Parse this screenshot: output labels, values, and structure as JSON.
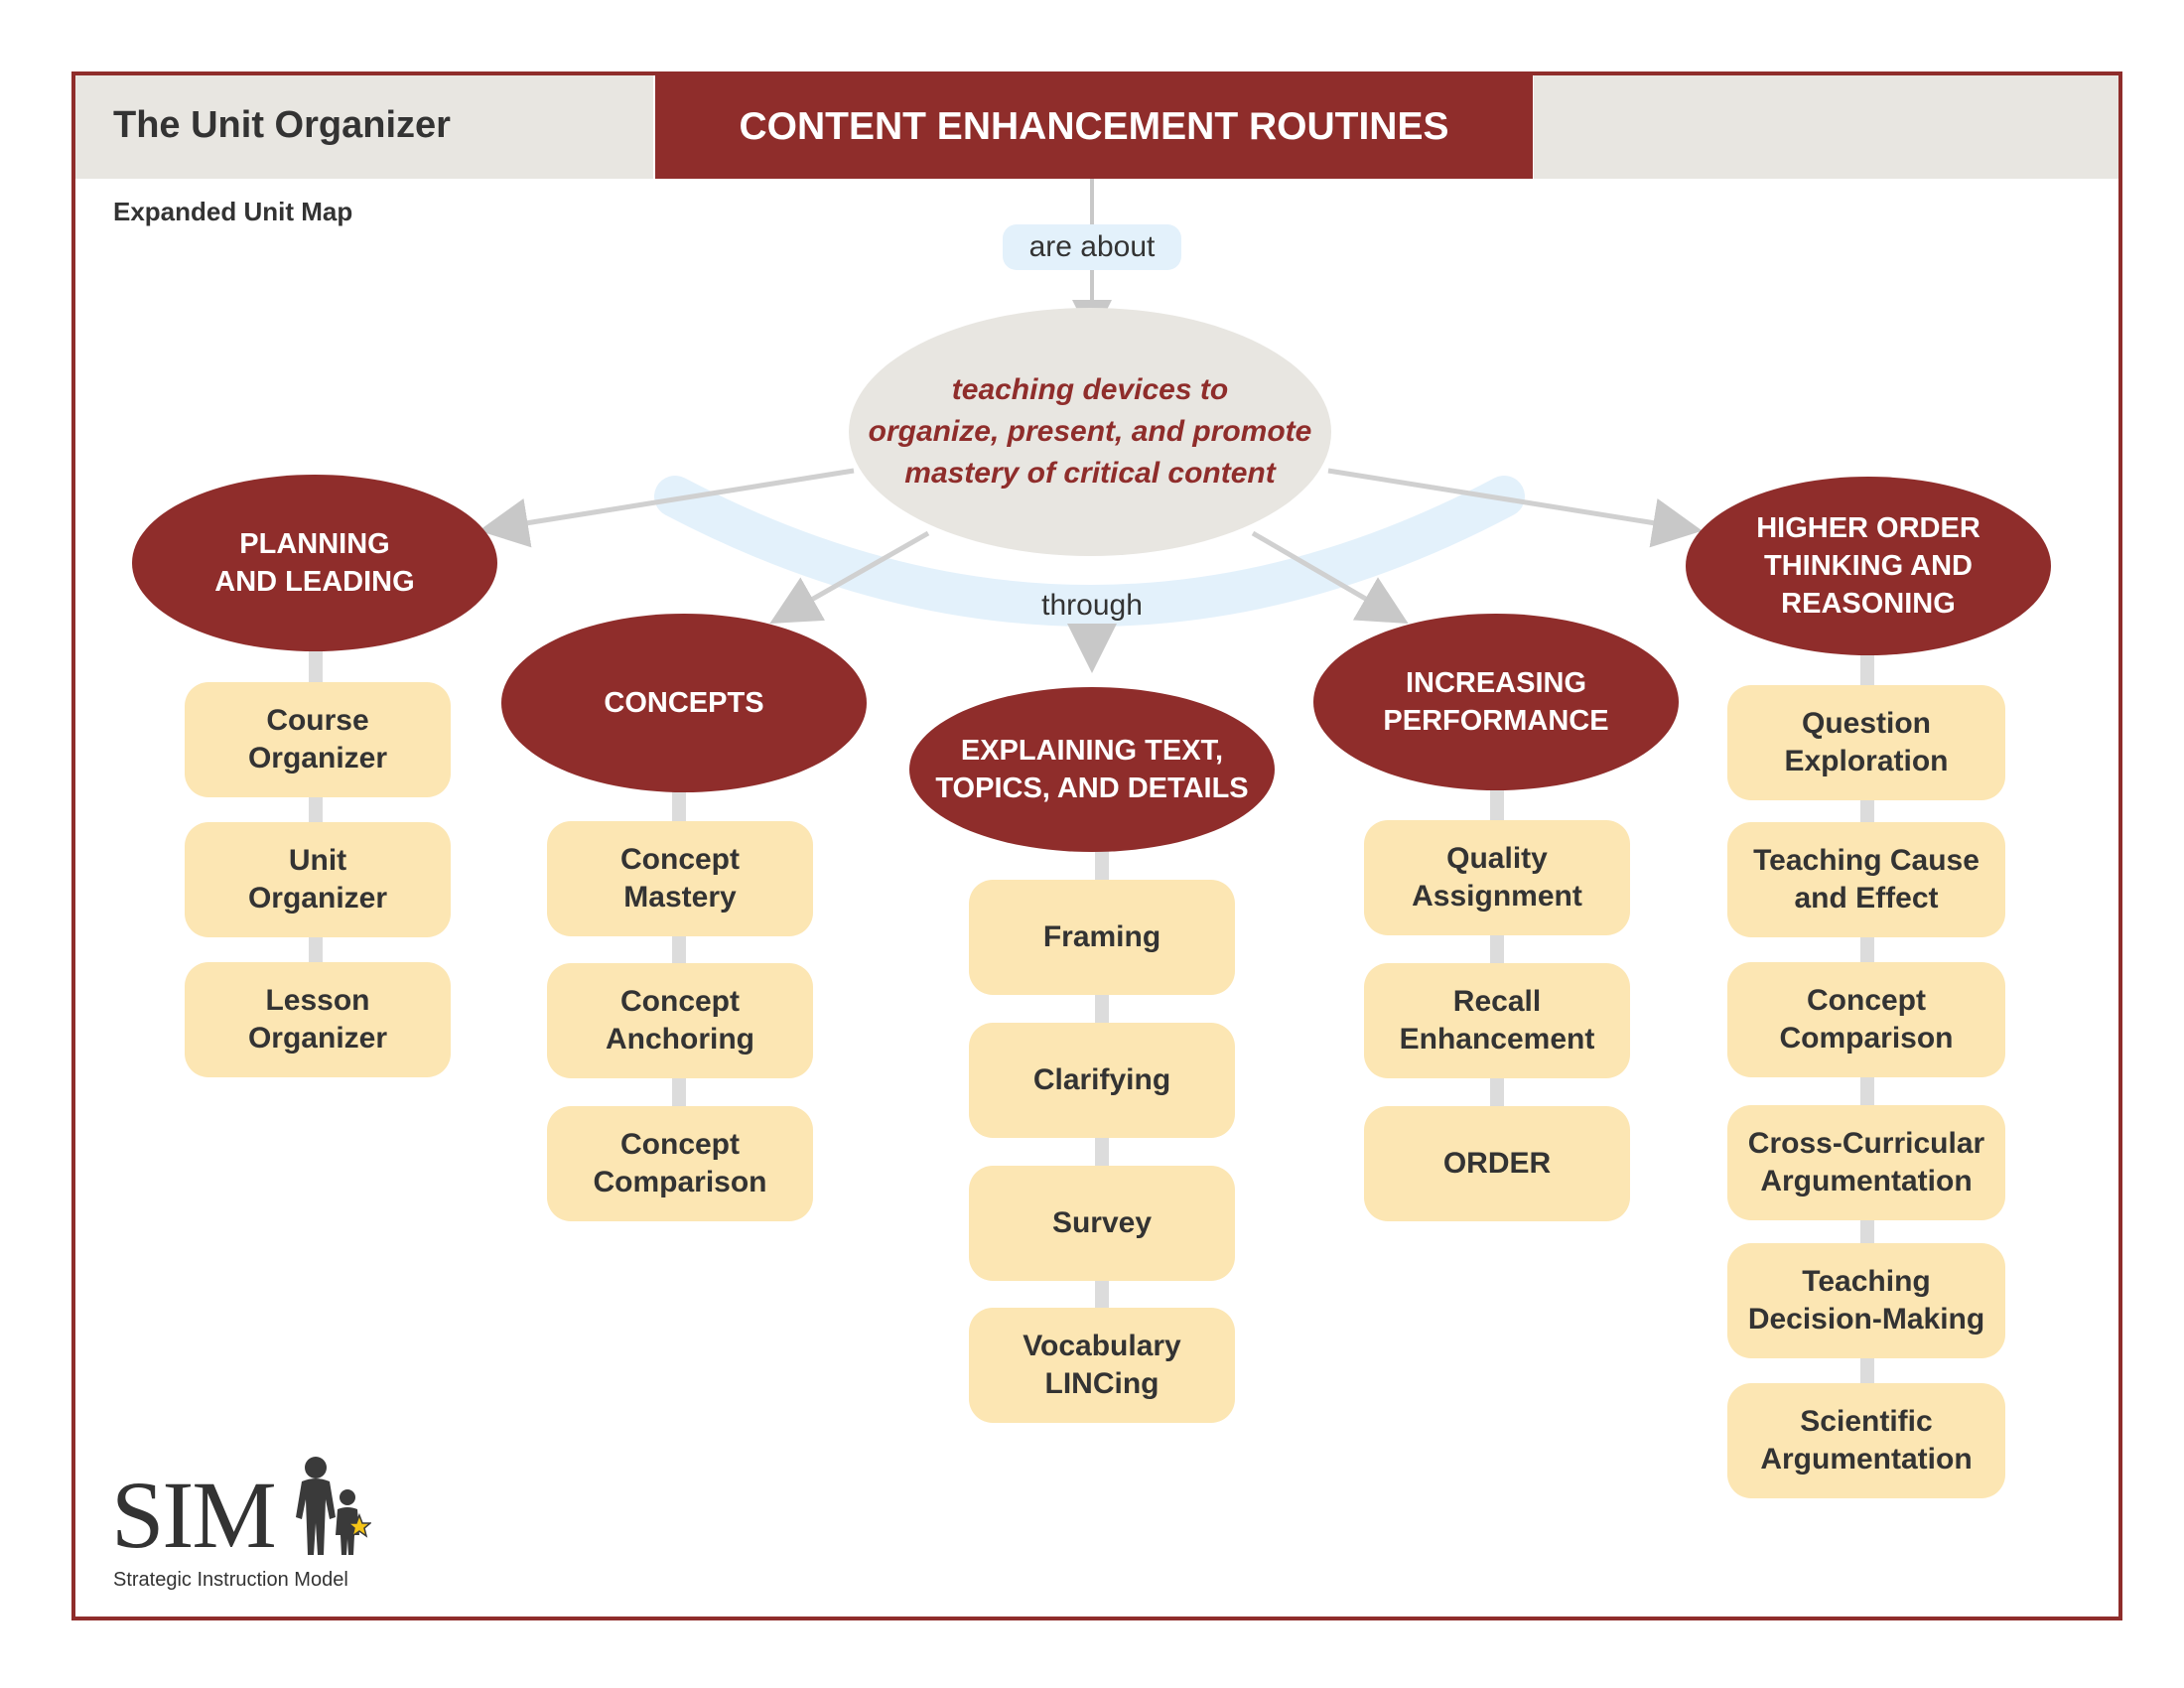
{
  "header": {
    "unit_title": "The Unit Organizer",
    "main_title": "CONTENT ENHANCEMENT ROUTINES",
    "subtitle": "Expanded Unit Map"
  },
  "connectors": {
    "are_about": "are about",
    "through": "through"
  },
  "center": {
    "lines": [
      "teaching devices to",
      "organize, present, and promote",
      "mastery of critical content"
    ]
  },
  "categories": [
    {
      "title_lines": [
        "PLANNING",
        "AND LEADING"
      ],
      "items": [
        [
          "Course",
          "Organizer"
        ],
        [
          "Unit",
          "Organizer"
        ],
        [
          "Lesson",
          "Organizer"
        ]
      ]
    },
    {
      "title_lines": [
        "CONCEPTS"
      ],
      "items": [
        [
          "Concept",
          "Mastery"
        ],
        [
          "Concept",
          "Anchoring"
        ],
        [
          "Concept",
          "Comparison"
        ]
      ]
    },
    {
      "title_lines": [
        "EXPLAINING TEXT,",
        "TOPICS, AND DETAILS"
      ],
      "items": [
        [
          "Framing"
        ],
        [
          "Clarifying"
        ],
        [
          "Survey"
        ],
        [
          "Vocabulary",
          "LINCing"
        ]
      ]
    },
    {
      "title_lines": [
        "INCREASING",
        "PERFORMANCE"
      ],
      "items": [
        [
          "Quality",
          "Assignment"
        ],
        [
          "Recall",
          "Enhancement"
        ],
        [
          "ORDER"
        ]
      ]
    },
    {
      "title_lines": [
        "HIGHER ORDER",
        "THINKING AND",
        "REASONING"
      ],
      "items": [
        [
          "Question",
          "Exploration"
        ],
        [
          "Teaching Cause",
          "and Effect"
        ],
        [
          "Concept",
          "Comparison"
        ],
        [
          "Cross-Curricular",
          "Argumentation"
        ],
        [
          "Teaching",
          "Decision-Making"
        ],
        [
          "Scientific",
          "Argumentation"
        ]
      ]
    }
  ],
  "logo": {
    "name": "SIM",
    "tagline": "Strategic Instruction Model"
  },
  "colors": {
    "brand_red": "#8f2d2b",
    "item_fill": "#fce6b3",
    "header_gray": "#e8e6e1",
    "connector_blue": "#e3f1fb",
    "star": "#f5c518"
  }
}
